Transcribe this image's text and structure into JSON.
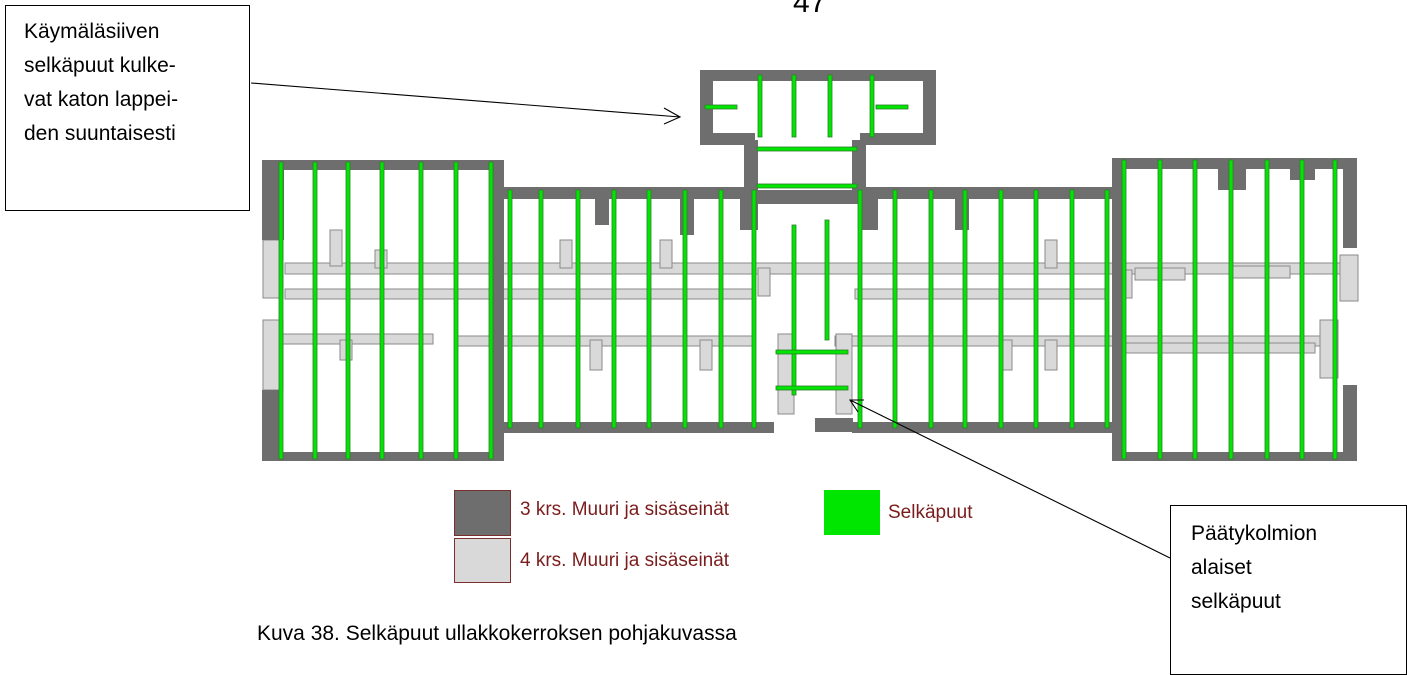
{
  "page_number": "47",
  "callouts": {
    "top_left": [
      "Käymäläsiiven",
      "selkäpuut kulke-",
      "vat katon lappei-",
      "den suuntaisesti"
    ],
    "bottom_right": [
      "Päätykolmion",
      "alaiset",
      "selkäpuut"
    ]
  },
  "legend": {
    "wall_3": "3 krs. Muuri ja sisäseinät",
    "wall_4": "4 krs. Muuri ja sisäseinät",
    "beam": "Selkäpuut"
  },
  "caption": "Kuva 38. Selkäpuut ullakkokerroksen pohjakuvassa",
  "colors": {
    "wall_3": "#6e6e6e",
    "wall_4": "#d9d9d9",
    "beam": "#00e600",
    "legend_text": "#7a1c1c"
  }
}
